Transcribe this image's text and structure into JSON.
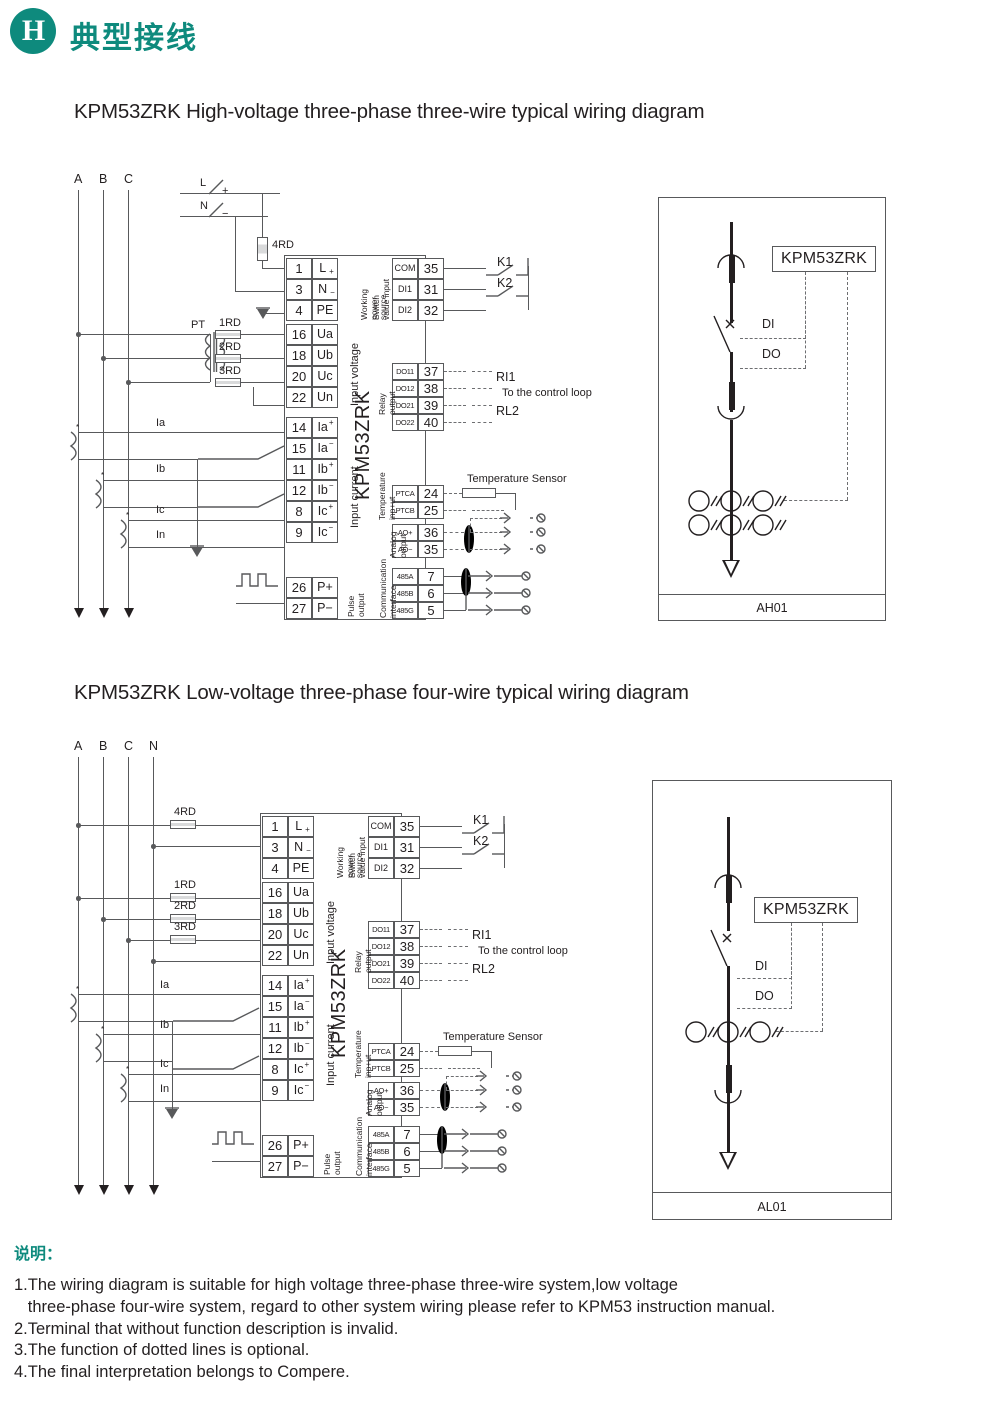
{
  "header": {
    "logo_glyph": "H",
    "logo_name": "compere-logo",
    "title": "典型接线"
  },
  "sections": [
    {
      "heading": "KPM53ZRK High-voltage three-phase three-wire typical wiring diagram"
    },
    {
      "heading": "KPM53ZRK Low-voltage three-phase four-wire typical wiring diagram"
    }
  ],
  "device": {
    "model": "KPM53ZRK",
    "group_labels": {
      "working_power": "Working\npower\nsource",
      "input_voltage": "Input voltage",
      "input_current": "Input current",
      "pulse_output": "Pulse\noutput",
      "switch_value_input": "Switch\nvalue input",
      "relay_output": "Relay\noutput",
      "temperature_input": "Temperature\ninp+ut",
      "analog_output": "Analog\noutput",
      "communication_interface": "Communication\ninterface"
    },
    "left_terminals": [
      {
        "no": "1",
        "fn": "L",
        "fn_sub": "+"
      },
      {
        "no": "3",
        "fn": "N",
        "fn_sub": "−"
      },
      {
        "no": "4",
        "fn": "PE",
        "fn_sub": ""
      },
      {
        "no": "16",
        "fn": "Ua",
        "fn_sub": ""
      },
      {
        "no": "18",
        "fn": "Ub",
        "fn_sub": ""
      },
      {
        "no": "20",
        "fn": "Uc",
        "fn_sub": ""
      },
      {
        "no": "22",
        "fn": "Un",
        "fn_sub": ""
      },
      {
        "no": "14",
        "fn": "Ia",
        "fn_sub": "+"
      },
      {
        "no": "15",
        "fn": "Ia",
        "fn_sub": "−"
      },
      {
        "no": "11",
        "fn": "Ib",
        "fn_sub": "+"
      },
      {
        "no": "12",
        "fn": "Ib",
        "fn_sub": "−"
      },
      {
        "no": "8",
        "fn": "Ic",
        "fn_sub": "+"
      },
      {
        "no": "9",
        "fn": "Ic",
        "fn_sub": "−"
      },
      {
        "no": "26",
        "fn": "P+",
        "fn_sub": ""
      },
      {
        "no": "27",
        "fn": "P−",
        "fn_sub": ""
      }
    ],
    "right_terminals": [
      {
        "fn": "COM",
        "no": "35"
      },
      {
        "fn": "DI1",
        "no": "31"
      },
      {
        "fn": "DI2",
        "no": "32"
      },
      {
        "fn": "DO11",
        "no": "37"
      },
      {
        "fn": "DO12",
        "no": "38"
      },
      {
        "fn": "DO21",
        "no": "39"
      },
      {
        "fn": "DO22",
        "no": "40"
      },
      {
        "fn": "PTCA",
        "no": "24"
      },
      {
        "fn": "PTCB",
        "no": "25"
      },
      {
        "fn": "AO+",
        "no": "36"
      },
      {
        "fn": "AO−",
        "no": "35"
      },
      {
        "fn": "485A",
        "no": "7"
      },
      {
        "fn": "485B",
        "no": "6"
      },
      {
        "fn": "485G",
        "no": "5"
      }
    ]
  },
  "diagram1": {
    "phase_labels": [
      "A",
      "B",
      "C"
    ],
    "supply_labels": {
      "line": "L",
      "line_sub": "+",
      "neutral": "N",
      "neutral_sub": "−"
    },
    "fuses": [
      "4RD",
      "1RD",
      "2RD",
      "3RD"
    ],
    "pt_label": "PT",
    "current_labels": [
      "Ia",
      "Ib",
      "Ic",
      "In"
    ],
    "switch_labels": [
      "K1",
      "K2"
    ],
    "relay_labels": [
      "RI1",
      "RL2"
    ],
    "control_loop_note": "To the control loop",
    "temperature_sensor": "Temperature Sensor",
    "panel": {
      "tag": "KPM53ZRK",
      "di": "DI",
      "do": "DO",
      "caption": "AH01"
    }
  },
  "diagram2": {
    "phase_labels": [
      "A",
      "B",
      "C",
      "N"
    ],
    "fuses": [
      "4RD",
      "1RD",
      "2RD",
      "3RD"
    ],
    "current_labels": [
      "Ia",
      "Ib",
      "Ic",
      "In"
    ],
    "switch_labels": [
      "K1",
      "K2"
    ],
    "relay_labels": [
      "RI1",
      "RL2"
    ],
    "control_loop_note": "To the control loop",
    "temperature_sensor": "Temperature Sensor",
    "panel": {
      "tag": "KPM53ZRK",
      "di": "DI",
      "do": "DO",
      "caption": "AL01"
    }
  },
  "notes": {
    "title": "说明：",
    "items": [
      "1.The wiring diagram is suitable for high voltage three-phase three-wire system,low voltage\n   three-phase four-wire system, regard to other system wiring please refer to KPM53 instruction manual.",
      "2.Terminal that without function description is invalid.",
      "3.The function of dotted lines is optional.",
      "4.The final interpretation belongs to Compere."
    ]
  },
  "colors": {
    "brand": "#0e8a7d",
    "line": "#58595b",
    "bold_line": "#231f20",
    "text": "#231f20"
  }
}
